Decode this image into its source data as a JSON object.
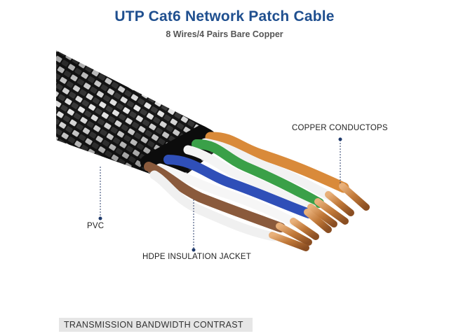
{
  "header": {
    "title": "UTP Cat6 Network Patch Cable",
    "subtitle": "8 Wires/4 Pairs Bare Copper"
  },
  "callouts": {
    "copper": "COPPER CONDUCTOPS",
    "pvc": "PVC",
    "hdpe": "HDPE INSULATION JACKET"
  },
  "footer": {
    "label": "TRANSMISSION BANDWIDTH CONTRAST"
  },
  "colors": {
    "title": "#1f4f8f",
    "braid_dark": "#1a1a1a",
    "braid_light": "#e8e8e8",
    "wire_orange": "#d98a3a",
    "wire_green": "#3aa048",
    "wire_blue": "#2f4fb8",
    "wire_brown": "#8a5a3c",
    "copper": "#c98a52"
  }
}
